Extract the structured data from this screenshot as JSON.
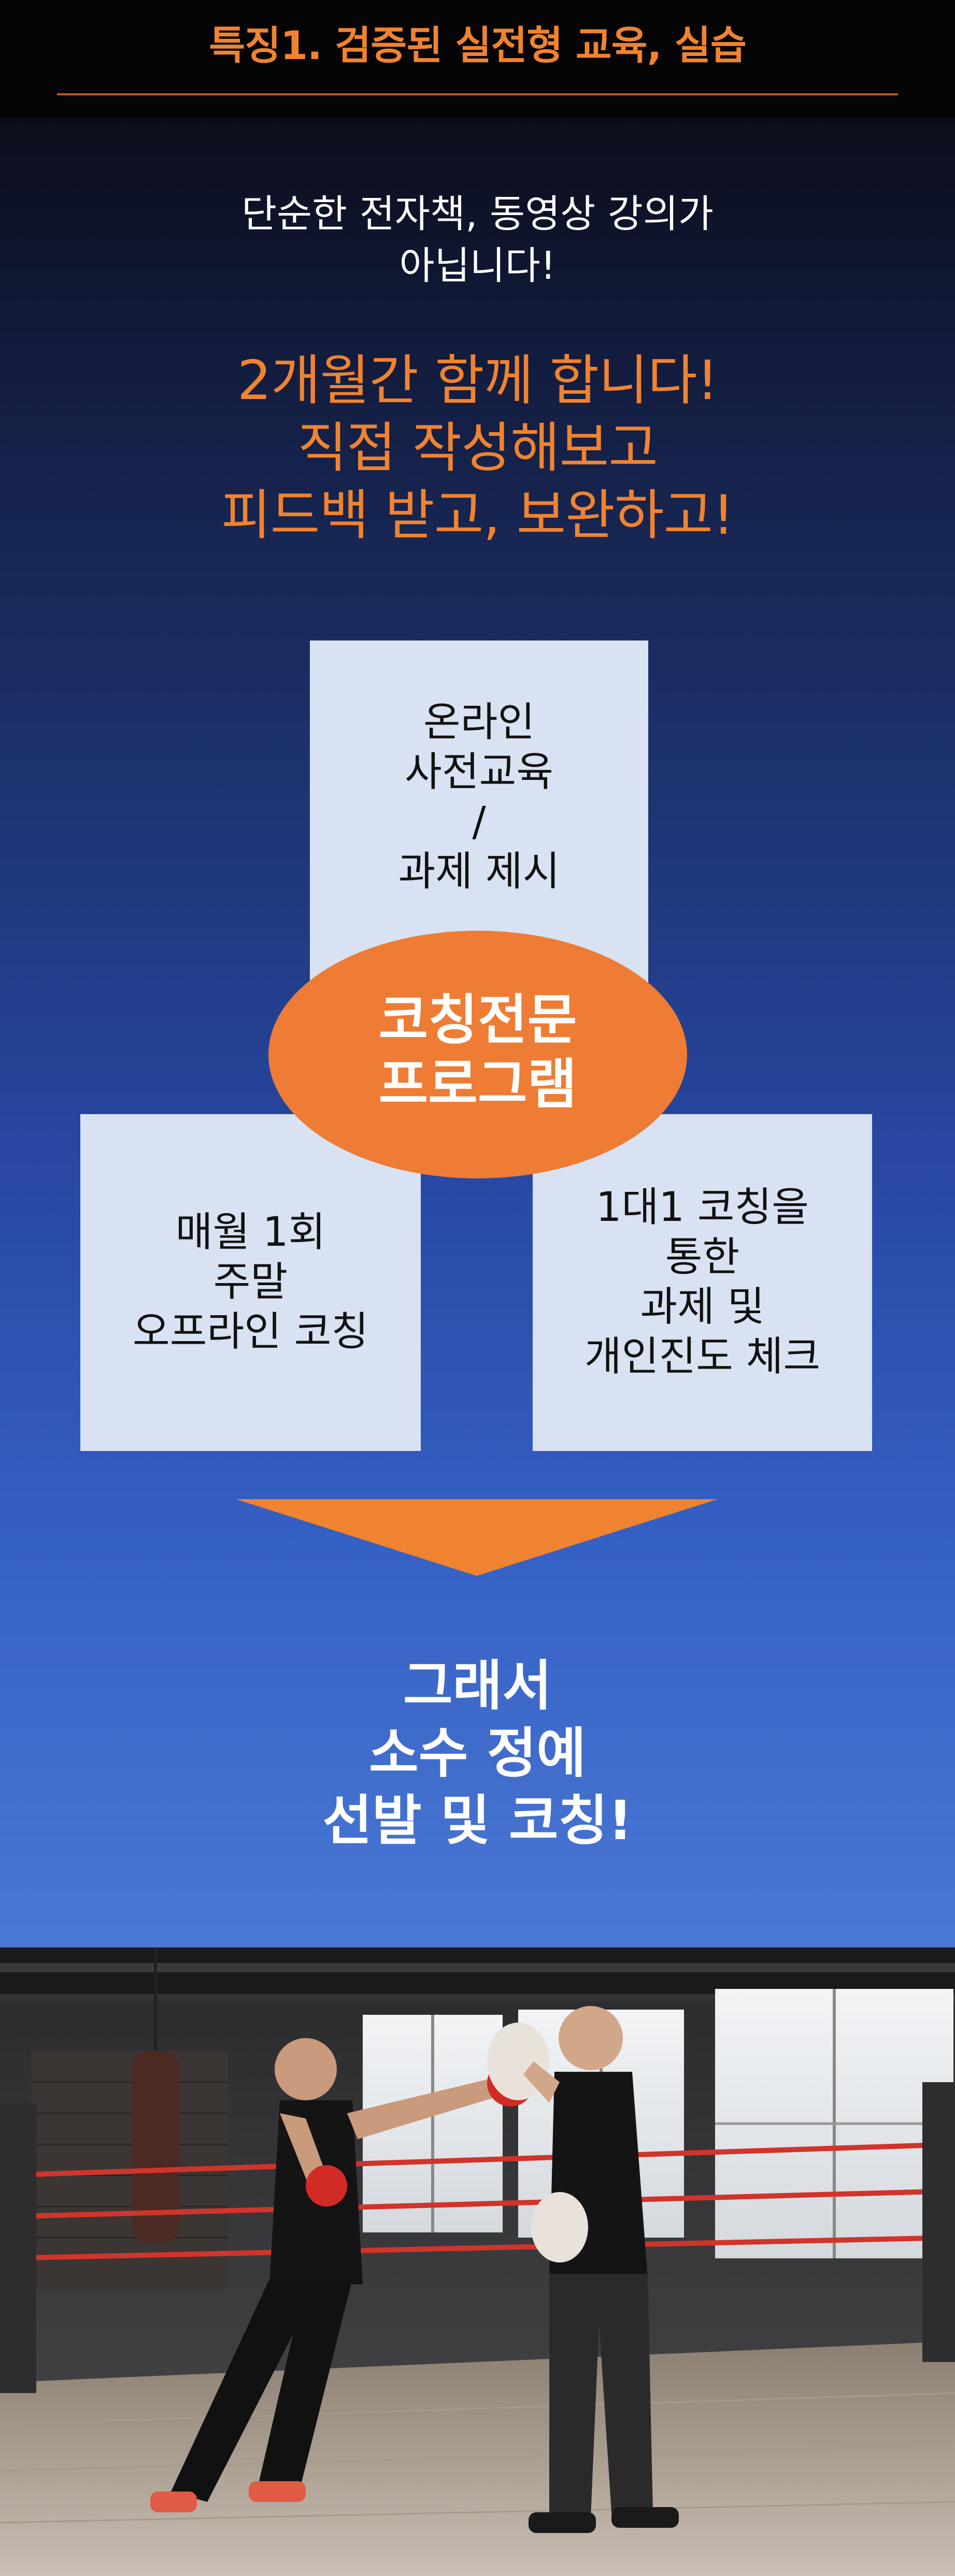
{
  "header": {
    "title": "특징1. 검증된 실전형 교육, 실습"
  },
  "intro": {
    "line1": "단순한 전자책, 동영상 강의가",
    "line2": "아닙니다!"
  },
  "headline": {
    "line1": "2개월간 함께 합니다!",
    "line2": "직접 작성해보고",
    "line3": "피드백 받고, 보완하고!"
  },
  "program": {
    "center": {
      "line1": "코칭전문",
      "line2": "프로그램"
    },
    "top_box": [
      "온라인",
      "사전교육",
      "/",
      "과제 제시"
    ],
    "left_box": [
      "매월 1회",
      "주말",
      "오프라인 코칭"
    ],
    "right_box": [
      "1대1 코칭을",
      "통한",
      "과제 및",
      "개인진도 체크"
    ]
  },
  "result": {
    "line1": "그래서",
    "line2": "소수 정예",
    "line3": "선발 및 코칭!"
  },
  "colors": {
    "accent": "#f08330",
    "box": "#d9e2f2",
    "ellipse": "#ee7c34"
  }
}
